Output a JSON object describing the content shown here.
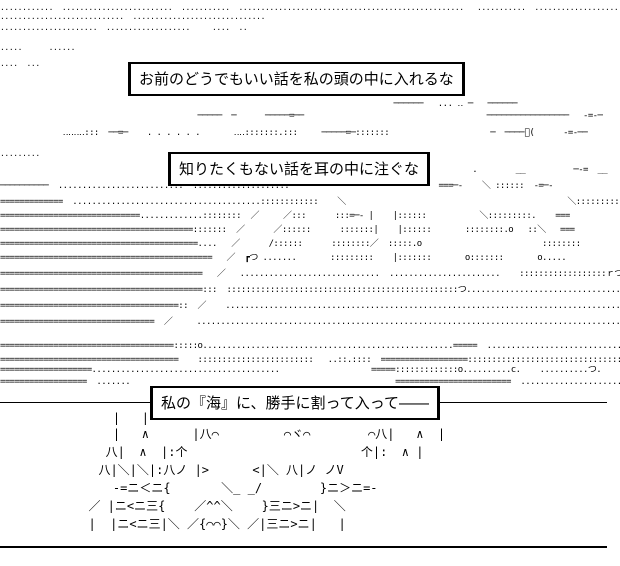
{
  "captions": [
    "お前のどうでもいい話を私の頭の中に入れるな",
    "知りたくもない話を耳の中に注ぐな",
    "私の『海』に、勝手に割って入って――"
  ],
  "art_rows": [
    "............  .........................  ...........  ...................................................   ...........  .........................",
    "............................  ..............................",
    "......................  ...................     ....  ..",
    ".....      ......",
    "....  ...",
    "                                                                                ──────   ... ‥ ─   ──────",
    "                                         ─────  ─      ─────=──                                      ─────────────────   -=-─",
    "             ‥‥‥‥:::  ──=─    . . . . . .       ‥‥:::::::.:::     ─────=─:::::::                     ─  ────ﾞ(      -=-──",
    "",
    ".........",
    "                                                                                                  .        __          ─-=  __   ─==",
    "──────────  ..........................  .....:::::::::::::::                               ===─-    ＼ ::::::  -=─-",
    "=============  .......................................::::::::::::    ＼                                              ＼:::::::::::  ===",
    "=============================.............::::::::  ／     ／:::      :::=─- |    |::::::           ＼:::::::::.    ===",
    "========================================:::::::  ／      ／::::::      :::::::|    |::::::       ::::::::.o   ::＼   ===",
    "=========================================....   ／      /::::::      ::::::::／  :::::.o                         ::::::::",
    "============================================   ／  ┏つ .......       :::::::::    |:::::::       o:::::::       o.....",
    "==========================================   ／   .............................  .......................    ::::::::::::::::::ｒつ",
    "==========================================:::  ::::::::::::::::::::::::::::::::::::::::::::::::つ.......................................",
    "=====================================::  ／    .............................................................................................",
    "================================  ／     ...............................................................................................",
    "====================================:::::o....................................................=====  ...............................",
    "=====================================    ::::::::::::::::::::::::   ..::.::::  ==================::::::::::::::::::::::::::::::::",
    "===================.......................................                   =====:::::::::::::o..........c.    ..........つ.",
    "==================  .......                                                       ========================  ....................."
  ],
  "figures": [
    "    |   |",
    "    |   ∧      |八⌒         ⌒ヾ⌒        ⌒八|   ∧  |",
    "   八|  ∧  |:个                        个|:  ∧ |",
    "  八|＼|＼|:八ノ |>      <|＼ 八|ノ ノV",
    "    -=ニ＜ニ{       ＼_ _/        }ニ＞ニ=-",
    "  ／ |ニ<ニ三{    ／^^＼    }三ニ>ニ|  ＼",
    "  |  |ニ<ニ三|＼ ／{⌒⌒}＼ ／|三ニ>ニ|   |"
  ]
}
